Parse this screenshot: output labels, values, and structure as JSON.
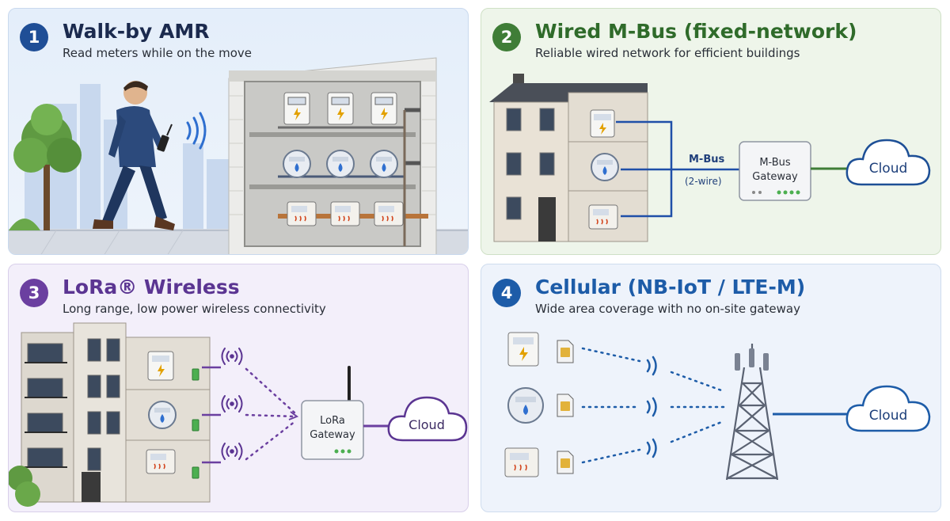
{
  "panels": [
    {
      "number": "1",
      "title": "Walk-by AMR",
      "subtitle": "Read meters while on the move",
      "accent": "#1f4e96"
    },
    {
      "number": "2",
      "title": "Wired M-Bus (fixed-network)",
      "subtitle": "Reliable wired network for efficient buildings",
      "accent": "#3f7d37",
      "bus_label": "M-Bus",
      "bus_sublabel": "(2-wire)",
      "gateway_line1": "M-Bus",
      "gateway_line2": "Gateway",
      "cloud_label": "Cloud"
    },
    {
      "number": "3",
      "title": "LoRa® Wireless",
      "subtitle": "Long range, low power wireless connectivity",
      "accent": "#6b3fa0",
      "gateway_line1": "LoRa",
      "gateway_line2": "Gateway",
      "cloud_label": "Cloud"
    },
    {
      "number": "4",
      "title": "Cellular (NB-IoT / LTE-M)",
      "subtitle": "Wide area coverage with no on-site gateway",
      "accent": "#1d5ca8",
      "cloud_label": "Cloud"
    }
  ],
  "icons": {
    "electricity_meter": "lightning-icon",
    "water_meter": "water-drop-icon",
    "heat_meter": "heat-icon",
    "wireless": "radio-waves-icon",
    "sim": "sim-card-icon"
  }
}
